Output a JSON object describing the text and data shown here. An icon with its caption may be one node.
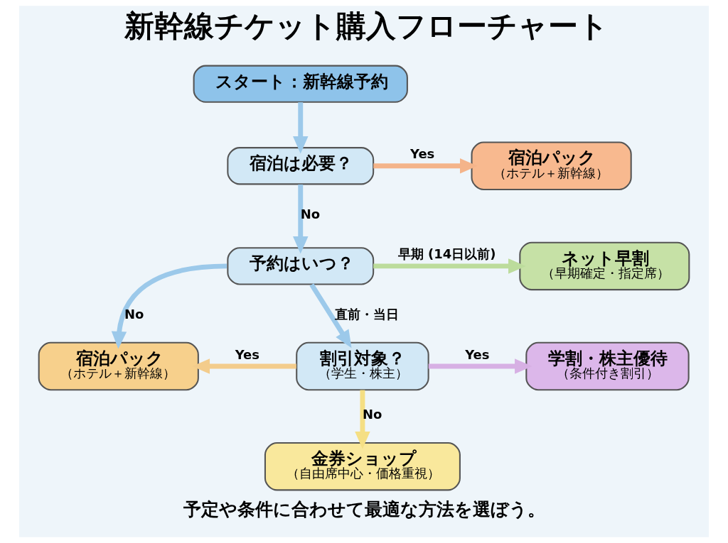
{
  "diagram": {
    "title": "新幹線チケット購入フローチャート",
    "caption": "予定や条件に合わせて最適な方法を選ぼう。",
    "nodes": [
      {
        "text": [
          "スタート：新幹線予約"
        ]
      },
      {
        "text": [
          "宿泊は必要？"
        ]
      },
      {
        "text": [
          "宿泊パック",
          "（ホテル＋新幹線）"
        ]
      },
      {
        "text": [
          "予約はいつ？"
        ]
      },
      {
        "text": [
          "ネット早割",
          "（早期確定・指定席）"
        ]
      },
      {
        "text": [
          "宿泊パック",
          "（ホテル＋新幹線）"
        ]
      },
      {
        "text": [
          "割引対象？",
          "（学生・株主）"
        ]
      },
      {
        "text": [
          "学割・株主優待",
          "（条件付き割引）"
        ]
      },
      {
        "text": [
          "金券ショップ",
          "（自由席中心・価格重視）"
        ]
      }
    ],
    "edges": [
      {
        "from": 0,
        "to": 1,
        "arrow": "to"
      },
      {
        "from": 1,
        "to": 2,
        "arrow": "to",
        "label": "Yes",
        "color": "#f4b48a"
      },
      {
        "from": 1,
        "to": 3,
        "arrow": "to",
        "label": "No"
      },
      {
        "from": 3,
        "to": 4,
        "arrow": "to",
        "label": "早期 (14日以前)",
        "color": "#bcdc9c"
      },
      {
        "from": 3,
        "to": 5,
        "arrow": "to",
        "label": "No"
      },
      {
        "from": 3,
        "to": 6,
        "arrow": "to",
        "label": "直前・当日"
      },
      {
        "from": 6,
        "to": 5,
        "arrow": "to",
        "label": "Yes",
        "color": "#f3cc8c"
      },
      {
        "from": 6,
        "to": 7,
        "arrow": "to",
        "label": "Yes",
        "color": "#d7b0e4"
      },
      {
        "from": 6,
        "to": 8,
        "arrow": "to",
        "label": "No",
        "color": "#f5df84"
      }
    ]
  }
}
